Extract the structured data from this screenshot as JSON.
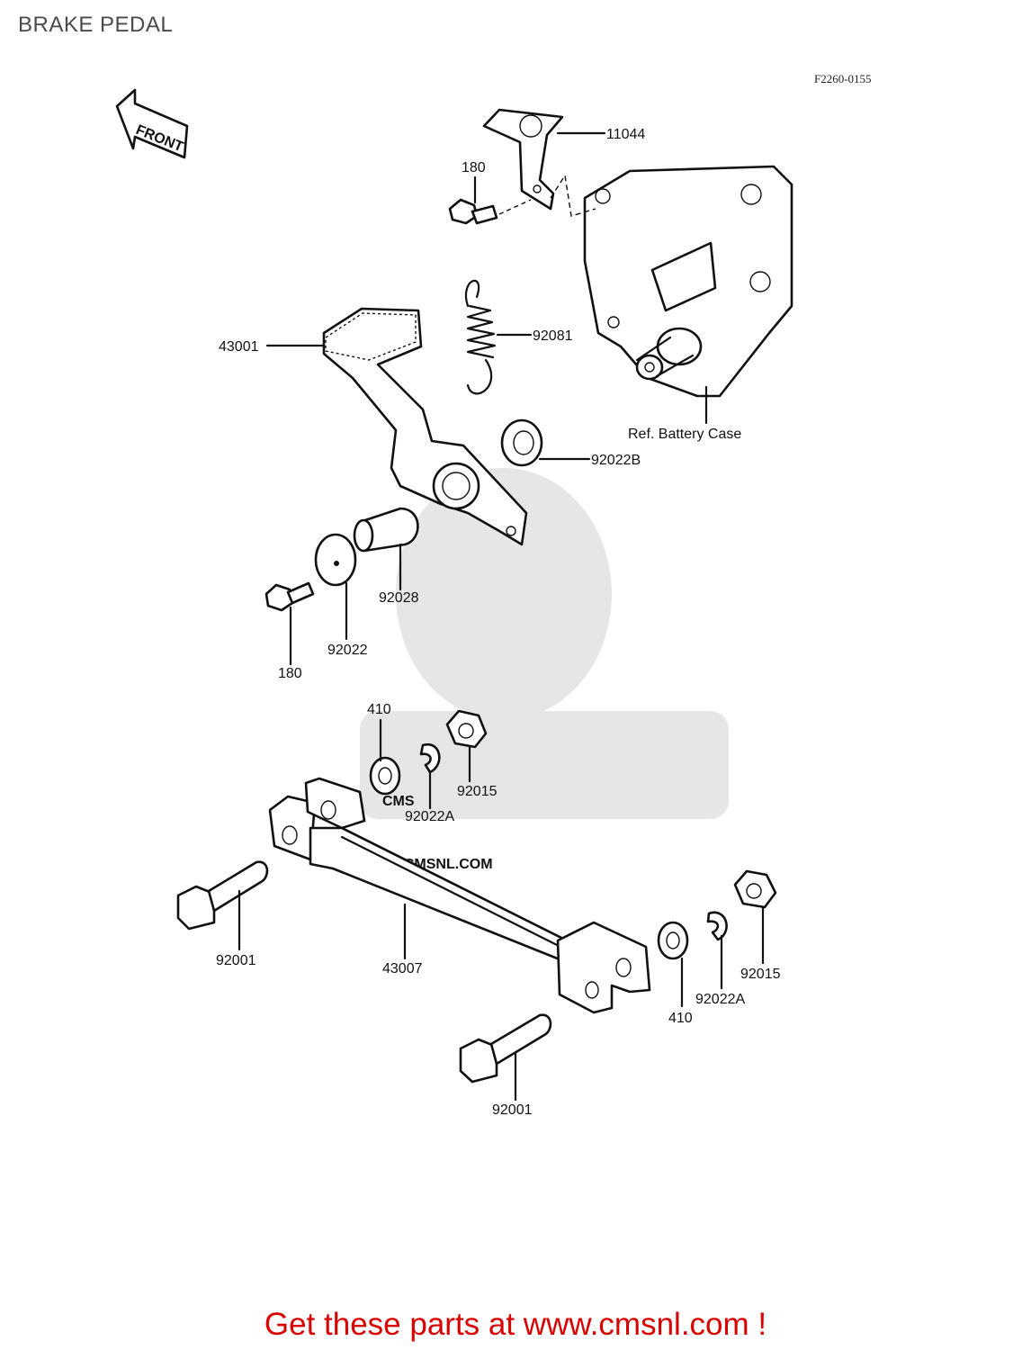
{
  "header": {
    "title": "BRAKE PEDAL",
    "drawing_code": "F2260-0155"
  },
  "arrow": {
    "label": "FRONT"
  },
  "watermark": {
    "brand": "CMS",
    "url": "WWW.CMSNL.COM"
  },
  "callouts": {
    "bracket": "11044",
    "bolt_upper": "180",
    "spring": "92081",
    "pedal": "43001",
    "washer_b": "92022B",
    "battery_ref": "Ref. Battery Case",
    "collar": "92028",
    "washer": "92022",
    "bolt_lower": "180",
    "washer_410_top": "410",
    "circlip_top": "92022A",
    "nut_top": "92015",
    "pin_left": "92001",
    "rod": "43007",
    "washer_410_right": "410",
    "circlip_right": "92022A",
    "nut_right": "92015",
    "pin_bottom": "92001"
  },
  "footer": {
    "text": "Get these parts at www.cmsnl.com !"
  }
}
